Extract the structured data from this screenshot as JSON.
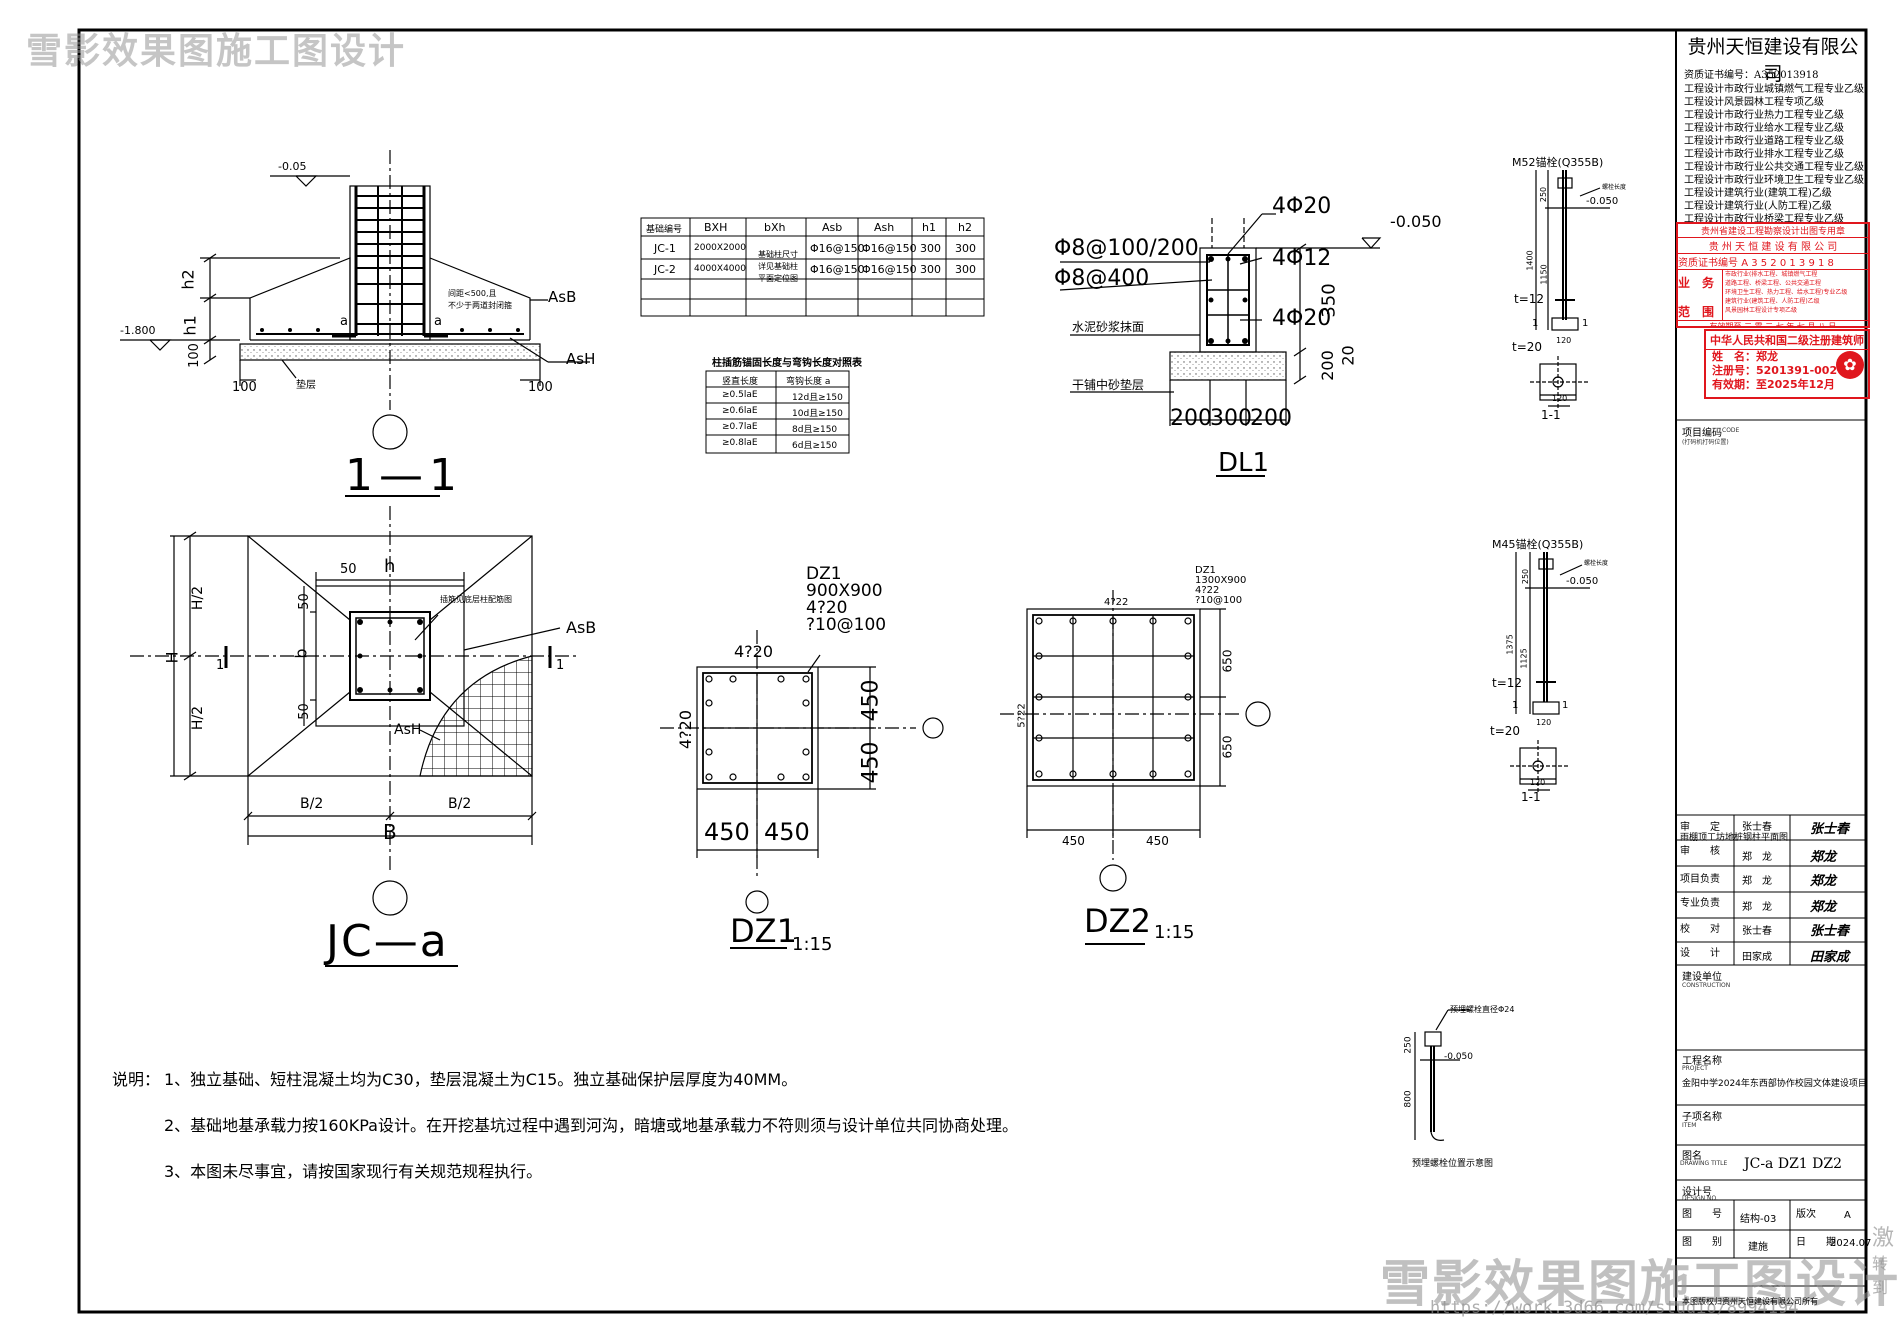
{
  "watermark": {
    "top": "雪影效果图施工图设计",
    "bottom": "雪影效果图施工图设计",
    "url": "https://work.3d66.com/studio/8994194",
    "side1": "激",
    "side2": "转到"
  },
  "titleblock": {
    "company": "贵州天恒建设有限公司",
    "cert": "资质证书编号：A352013918",
    "qualifications": [
      "工程设计市政行业城镇燃气工程专业乙级",
      "工程设计风景园林工程专项乙级",
      "工程设计市政行业热力工程专业乙级",
      "工程设计市政行业给水工程专业乙级",
      "工程设计市政行业道路工程专业乙级",
      "工程设计市政行业排水工程专业乙级",
      "工程设计市政行业公共交通工程专业乙级",
      "工程设计市政行业环境卫生工程专业乙级",
      "工程设计建筑行业(建筑工程)乙级",
      "工程设计建筑行业(人防工程)乙级",
      "工程设计市政行业桥梁工程专业乙级"
    ],
    "stamp1": {
      "line1": "贵州省建设工程勘察设计出图专用章",
      "line2": "贵 州 天 恒 建 设 有 限 公 司",
      "line3_label": "资质证书编号",
      "line3_value": "A 3 5 2 0 1 3 9 1 8",
      "scope_label1": "业　务",
      "scope_label2": "范　围",
      "scope1": "市政行业(排水工程、城镇燃气工程",
      "scope2": "道路工程、桥梁工程、公共交通工程",
      "scope3": "环境卫生工程、热力工程、给水工程)专业乙级",
      "scope4": "建筑行业(建筑工程、人防工程)乙级",
      "scope5": "风景园林工程设计专项乙级",
      "valid": "有效期至 二 零 二 七 年 七 月 八 日"
    },
    "stamp2": {
      "title": "中华人民共和国二级注册建筑师",
      "name_label": "姓　名：",
      "name": "郑龙",
      "reg_label": "注册号：",
      "reg": "5201391-002",
      "valid_label": "有效期：",
      "valid": "至2025年12月"
    },
    "project_code_label": "项目编码",
    "project_code_en": "CODE",
    "project_code_note": "(打码机打码位置)",
    "sign_rows": [
      {
        "label": "审　　定",
        "name": "张士春",
        "sig": "张士春"
      },
      {
        "label": "审　　核",
        "name": "郑　龙",
        "sig": "郑龙"
      },
      {
        "label": "项目负责",
        "name": "郑　龙",
        "sig": "郑龙"
      },
      {
        "label": "专业负责",
        "name": "郑　龙",
        "sig": "郑龙"
      },
      {
        "label": "校　　对",
        "name": "张士春",
        "sig": "张士春"
      },
      {
        "label": "设　　计",
        "name": "田家成",
        "sig": "田家成"
      }
    ],
    "overlap_text": "雨棚顶工坊地桩钢柱平面图",
    "client_label": "建设单位",
    "client_en": "CONSTRUCTION",
    "project_label": "工程名称",
    "project_en": "PROJECT",
    "project_name": "金阳中学2024年东西部协作校园文体建设项目",
    "subitem_label": "子项名称",
    "subitem_en": "ITEM",
    "drawing_label": "图名",
    "drawing_en": "DRAWING TITLE",
    "drawing_title": "JC-a DZ1 DZ2",
    "design_no_label": "设计号",
    "design_no_en": "DESIGN NO.",
    "sheet_no_label": "图　　号",
    "sheet_no": "结构-03",
    "version_label": "版次",
    "version": "A",
    "category_label": "图　　别",
    "category": "建施",
    "date_label": "日　　期",
    "date": "2024.07",
    "copyright": "本图版权归贵州天恒建设有限公司所有"
  },
  "drawing": {
    "sec11": {
      "title": "1—1",
      "elev_top": "-0.05",
      "elev_bot": "-1.800",
      "h2": "h2",
      "h1": "h1",
      "d100": "100",
      "bot_left": "100",
      "bot_right": "100",
      "cushion": "垫层",
      "asb": "AsB",
      "ash": "AsH",
      "a1": "a",
      "a2": "a",
      "note1": "间距<500,且",
      "note2": "不少于两道封闭箍"
    },
    "table1": {
      "headers": [
        "基础编号",
        "BXH",
        "bXh",
        "Asb",
        "Ash",
        "h1",
        "h2"
      ],
      "rows": [
        [
          "JC-1",
          "2000X2000",
          "",
          "Φ16@150",
          "Φ16@150",
          "300",
          "300"
        ],
        [
          "JC-2",
          "4000X4000",
          "",
          "Φ16@150",
          "Φ16@150",
          "300",
          "300"
        ]
      ],
      "merged": [
        "基础柱尺寸",
        "详见基础柱",
        "平面定位图"
      ]
    },
    "table2": {
      "title": "柱插筋锚固长度与弯钩长度对照表",
      "headers": [
        "竖直长度",
        "弯钩长度 a"
      ],
      "rows": [
        [
          "≥0.5laE",
          "12d且≥150"
        ],
        [
          "≥0.6laE",
          "10d且≥150"
        ],
        [
          "≥0.7laE",
          "8d且≥150"
        ],
        [
          "≥0.8laE",
          "6d且≥150"
        ]
      ]
    },
    "dl1": {
      "title": "DL1",
      "elev": "-0.050",
      "top": "4Φ20",
      "mid": "4Φ12",
      "bot": "4Φ20",
      "stir1": "Φ8@100/200",
      "stir2": "Φ8@400",
      "mortar": "水泥砂浆抹面",
      "sand": "干铺中砂垫层",
      "dims": [
        "200",
        "300",
        "200"
      ],
      "h350": "350",
      "h200": "200",
      "h20": "20"
    },
    "jca": {
      "title": "JC—a",
      "h2a": "H/2",
      "h2b": "H/2",
      "H": "H",
      "b2a": "B/2",
      "b2b": "B/2",
      "B": "B",
      "h": "h",
      "b": "b",
      "d50a": "50",
      "d50b": "50",
      "d50c": "50",
      "asb": "AsB",
      "ash": "AsH",
      "note": "插筋见底层柱配筋图",
      "mark1": "1",
      "mark2": "1"
    },
    "dz1": {
      "title": "DZ1",
      "scale": "1:15",
      "name": "DZ1",
      "size": "900X900",
      "bars": "4?20",
      "stir": "?10@100",
      "top_label": "4?20",
      "side_label": "4?20",
      "d450a": "450",
      "d450b": "450",
      "d450c": "450",
      "d450d": "450"
    },
    "dz2": {
      "title": "DZ2",
      "scale": "1:15",
      "name": "DZ1",
      "size": "1300X900",
      "bars": "4?22",
      "stir": "?10@100",
      "top_label": "4?22",
      "side_label": "5?22",
      "d650a": "650",
      "d650b": "650",
      "d450a": "450",
      "d450b": "450"
    },
    "anchor1": {
      "title": "M52锚栓(Q355B)",
      "nut": "螺栓长度",
      "elev": "-0.050",
      "d250": "250",
      "d1400": "1400",
      "d1150": "1150",
      "t12": "t=12",
      "t20": "t=20",
      "d120a": "120",
      "d120b": "120",
      "sec": "1-1",
      "m1": "1",
      "m2": "1"
    },
    "anchor2": {
      "title": "M45锚栓(Q355B)",
      "nut": "螺栓长度",
      "elev": "-0.050",
      "d250": "250",
      "d1375": "1375",
      "d1125": "1125",
      "t12": "t=12",
      "t20": "t=20",
      "d120a": "120",
      "d120b": "120",
      "sec": "1-1",
      "m1": "1",
      "m2": "1"
    },
    "anchor3": {
      "title": "预埋螺栓直径Φ24",
      "d250": "250",
      "d800": "800",
      "elev": "-0.050",
      "caption": "预埋螺栓位置示意图"
    },
    "notes": {
      "label": "说明：",
      "n1": "1、独立基础、短柱混凝土均为C30，垫层混凝土为C15。独立基础保护层厚度为40MM。",
      "n2": "2、基础地基承载力按160KPa设计。在开挖基坑过程中遇到河沟，暗塘或地基承载力不符则须与设计单位共同协商处理。",
      "n3": "3、本图未尽事宜，请按国家现行有关规范规程执行。"
    }
  }
}
